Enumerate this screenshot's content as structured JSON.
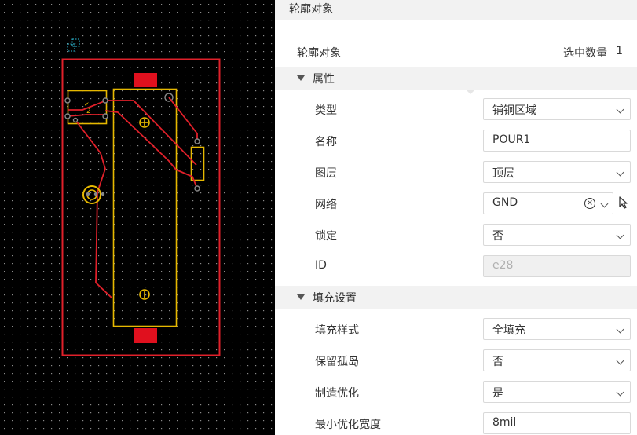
{
  "panel": {
    "title": "轮廓对象"
  },
  "summary": {
    "label": "轮廓对象",
    "count_label": "选中数量",
    "count": "1"
  },
  "sections": {
    "properties": "属性",
    "fill_settings": "填充设置"
  },
  "properties": {
    "type": {
      "label": "类型",
      "value": "铺铜区域"
    },
    "name": {
      "label": "名称",
      "value": "POUR1"
    },
    "layer": {
      "label": "图层",
      "value": "顶层"
    },
    "net": {
      "label": "网络",
      "value": "GND"
    },
    "locked": {
      "label": "锁定",
      "value": "否"
    },
    "id": {
      "label": "ID",
      "value": "e28"
    }
  },
  "fill": {
    "style": {
      "label": "填充样式",
      "value": "全填充"
    },
    "keep_islands": {
      "label": "保留孤岛",
      "value": "否"
    },
    "manufacturing_opt": {
      "label": "制造优化",
      "value": "是"
    },
    "min_opt_width": {
      "label": "最小优化宽度",
      "value": "8mil"
    }
  },
  "colors": {
    "canvas_bg": "#000000",
    "grid_dot": "#8a8a8a",
    "outline": "#e0202a",
    "copper": "#e6b800",
    "pad_red": "#e0101e",
    "crosshair": "#ffffff",
    "origin_marker": "#2ec5e0"
  }
}
